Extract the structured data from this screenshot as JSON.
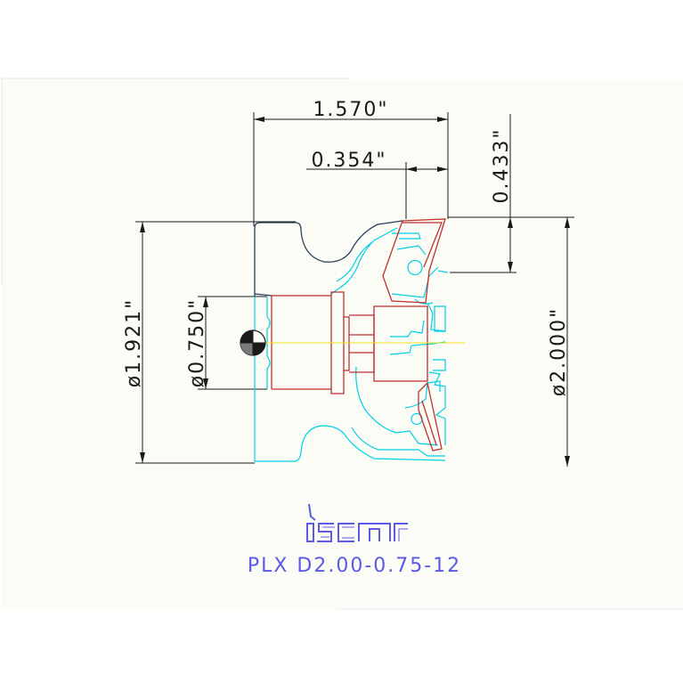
{
  "dimensions": {
    "overall_length": "1.570\"",
    "insert_length": "0.354\"",
    "depth_of_cut": "0.433\"",
    "body_diameter": "ø1.921\"",
    "bore_diameter": "ø0.750\"",
    "cutting_diameter": "ø2.000\""
  },
  "brand": {
    "logo_text": "iscar"
  },
  "model": "PLX D2.00-0.75-12",
  "colors": {
    "background": "#fbfcf5",
    "dimension_lines": "#1a1a1a",
    "body_outline": "#00d0e6",
    "body_detail": "#c0302e",
    "axis": "#f2e21a",
    "brand": "#5a5ae6"
  }
}
